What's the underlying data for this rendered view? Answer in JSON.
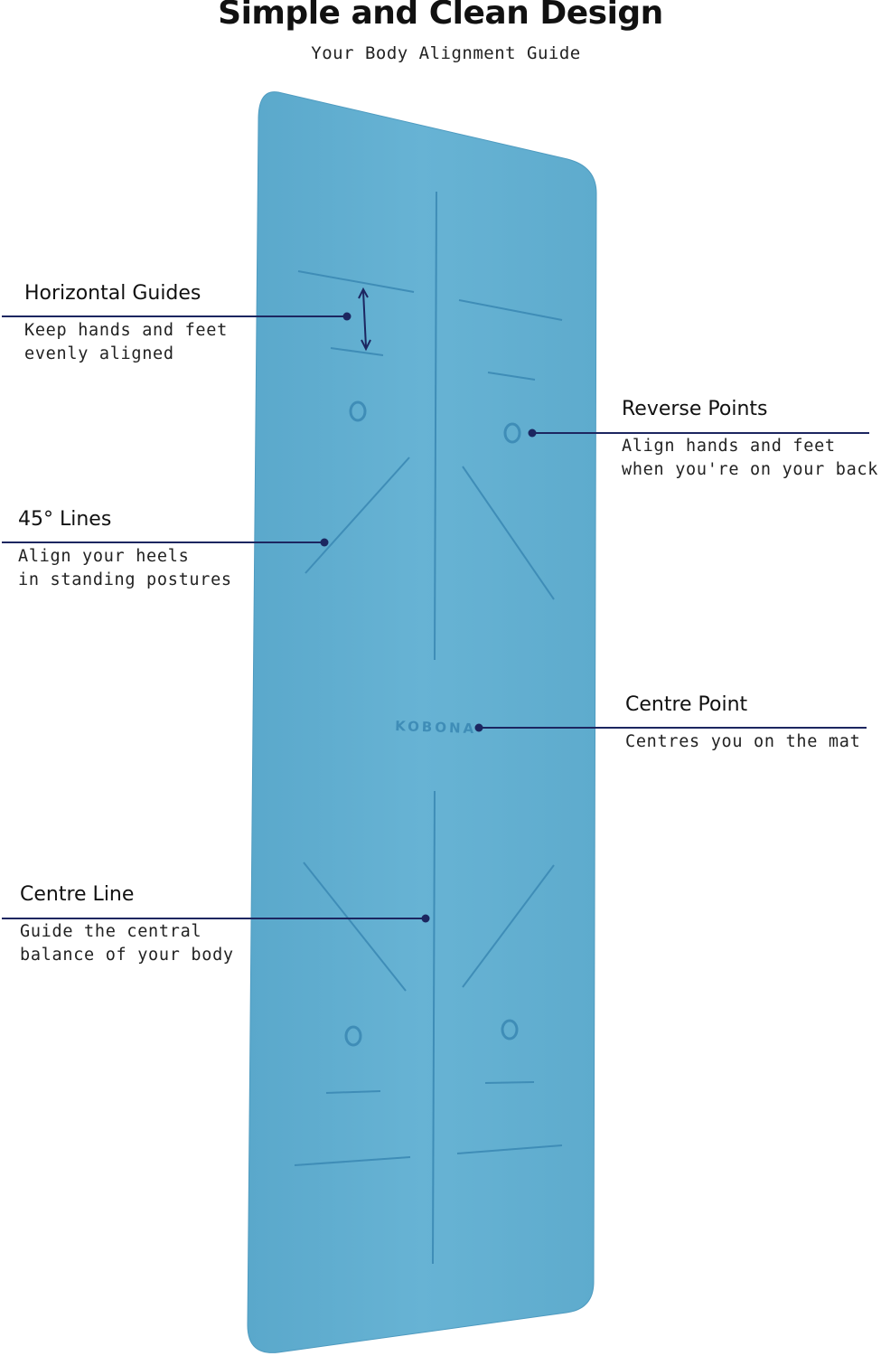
{
  "header": {
    "title": "Simple and Clean Design",
    "subtitle": "Your Body Alignment Guide"
  },
  "mat": {
    "brand": "KOBONA",
    "color": "#63afd0",
    "line_color": "#3f8db7",
    "callout_line_color": "#1c2660"
  },
  "callouts": {
    "horizontal_guides": {
      "heading": "Horizontal Guides",
      "desc": "Keep hands and feet\nevenly aligned"
    },
    "reverse_points": {
      "heading": "Reverse Points",
      "desc": "Align hands and feet\nwhen you're on your back"
    },
    "lines_45": {
      "heading": "45° Lines",
      "desc": "Align your heels\nin standing postures"
    },
    "centre_point": {
      "heading": "Centre Point",
      "desc": "Centres you on the mat"
    },
    "centre_line": {
      "heading": "Centre Line",
      "desc": "Guide the central\nbalance of your body"
    }
  }
}
